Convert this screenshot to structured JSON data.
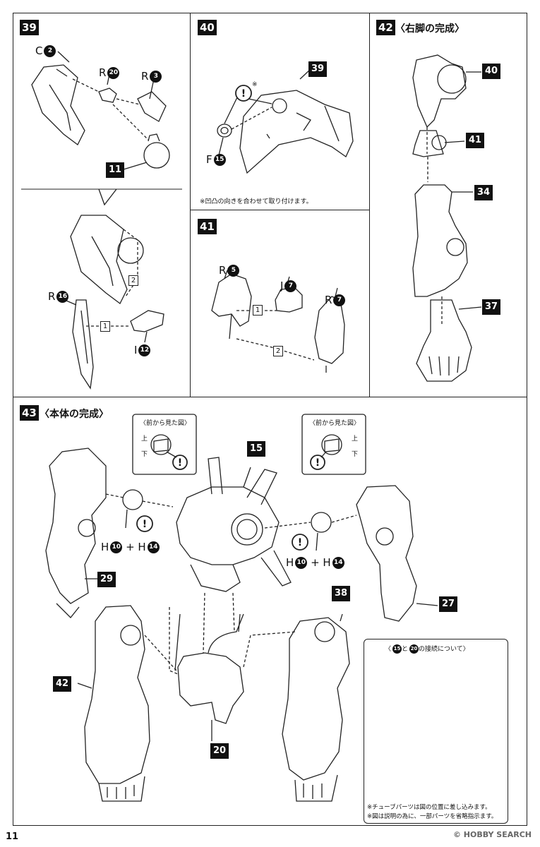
{
  "steps": {
    "s39": {
      "number": "39"
    },
    "s40": {
      "number": "40",
      "note": "※凹凸の向きを合わせて取り付けます。"
    },
    "s41": {
      "number": "41"
    },
    "s42": {
      "number": "42",
      "title": "〈右脚の完成〉"
    },
    "s43": {
      "number": "43",
      "title": "〈本体の完成〉"
    }
  },
  "labels": {
    "s39_c2": {
      "letter": "C",
      "num": "2"
    },
    "s39_r20": {
      "letter": "R",
      "num": "20"
    },
    "s39_r3": {
      "letter": "R",
      "num": "3"
    },
    "s39_11": "11",
    "s39_r16": {
      "letter": "R",
      "num": "16"
    },
    "s39_i12": {
      "letter": "I",
      "num": "12"
    },
    "s39_seq1": "1",
    "s39_seq2": "2",
    "s40_39": "39",
    "s40_f15": {
      "letter": "F",
      "num": "15"
    },
    "s40_star": "※",
    "s41_r5": {
      "letter": "R",
      "num": "5"
    },
    "s41_j7": {
      "letter": "J",
      "num": "7"
    },
    "s41_r7": {
      "letter": "R",
      "num": "7"
    },
    "s41_seq1": "1",
    "s41_seq2": "2",
    "s42_40": "40",
    "s42_41": "41",
    "s42_34": "34",
    "s42_37": "37",
    "s43_15": "15",
    "s43_29": "29",
    "s43_27": "27",
    "s43_38": "38",
    "s43_42": "42",
    "s43_20": "20",
    "s43_left_combo": {
      "a_letter": "H",
      "a_num": "10",
      "plus": "+",
      "b_letter": "H",
      "b_num": "14"
    },
    "s43_right_combo": {
      "a_letter": "H",
      "a_num": "10",
      "plus": "+",
      "b_letter": "H",
      "b_num": "14"
    }
  },
  "front_view": {
    "title": "〈前から見た図〉",
    "up": "上",
    "down": "下"
  },
  "inset": {
    "title_prefix": "〈",
    "badge_a": "15",
    "mid": "と",
    "badge_b": "20",
    "title_suffix": "の接続について〉",
    "note1": "※チューブパーツは図の位置に差し込みます。",
    "note2": "※図は説明の為に、一部パーツを省略指示ます。"
  },
  "footer": {
    "page_number": "11",
    "watermark": "© HOBBY SEARCH"
  },
  "icons": {
    "caution": "exclamation-circle-icon"
  }
}
